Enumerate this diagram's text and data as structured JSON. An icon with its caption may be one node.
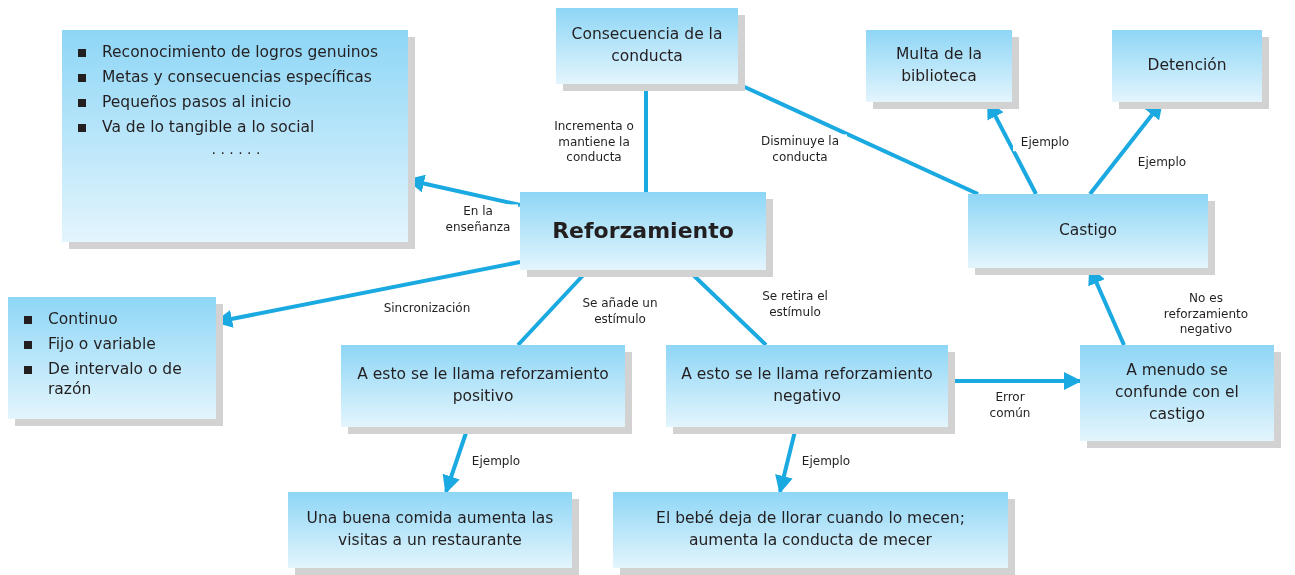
{
  "diagram": {
    "nodes": [
      {
        "text": [
          "Reconocimiento de logros genuinos",
          "Metas y consecuencias específicas",
          "Pequeños pasos al inicio",
          "Va de lo tangible a lo social",
          "· · · · · ·"
        ]
      },
      {
        "text": [
          "Consecuencia de la conducta"
        ]
      },
      {
        "text": [
          "Multa de la biblioteca"
        ]
      },
      {
        "text": [
          "Detención"
        ]
      },
      {
        "text": [
          "Reforzamiento"
        ]
      },
      {
        "text": [
          "Castigo"
        ]
      },
      {
        "text": [
          "Continuo",
          "Fijo o variable",
          "De intervalo o de razón"
        ]
      },
      {
        "text": [
          "A esto se le llama reforzamiento positivo"
        ]
      },
      {
        "text": [
          "A esto se le llama reforzamiento negativo"
        ]
      },
      {
        "text": [
          "A menudo se confunde con el castigo"
        ]
      },
      {
        "text": [
          "Una buena comida aumenta las visitas a un restaurante"
        ]
      },
      {
        "text": [
          "El bebé deja de llorar cuando lo mecen; aumenta la conducta de mecer"
        ]
      }
    ],
    "edges": [
      {
        "from": 1,
        "to": 4,
        "arrow": "none",
        "label": "Incrementa o mantiene la conducta"
      },
      {
        "from": 1,
        "to": 5,
        "arrow": "none",
        "label": "Disminuye la conducta"
      },
      {
        "from": 4,
        "to": 0,
        "arrow": "to",
        "label": "En la enseñanza"
      },
      {
        "from": 4,
        "to": 6,
        "arrow": "to",
        "label": "Sincronización"
      },
      {
        "from": 4,
        "to": 7,
        "arrow": "none",
        "label": "Se añade un estímulo"
      },
      {
        "from": 4,
        "to": 8,
        "arrow": "none",
        "label": "Se retira el estímulo"
      },
      {
        "from": 5,
        "to": 2,
        "arrow": "to",
        "label": "Ejemplo"
      },
      {
        "from": 5,
        "to": 3,
        "arrow": "to",
        "label": "Ejemplo"
      },
      {
        "from": 7,
        "to": 10,
        "arrow": "to",
        "label": "Ejemplo"
      },
      {
        "from": 8,
        "to": 11,
        "arrow": "to",
        "label": "Ejemplo"
      },
      {
        "from": 8,
        "to": 9,
        "arrow": "to",
        "label": "Error común"
      },
      {
        "from": 9,
        "to": 5,
        "arrow": "to",
        "label": "No es reforzamiento negativo"
      }
    ]
  }
}
